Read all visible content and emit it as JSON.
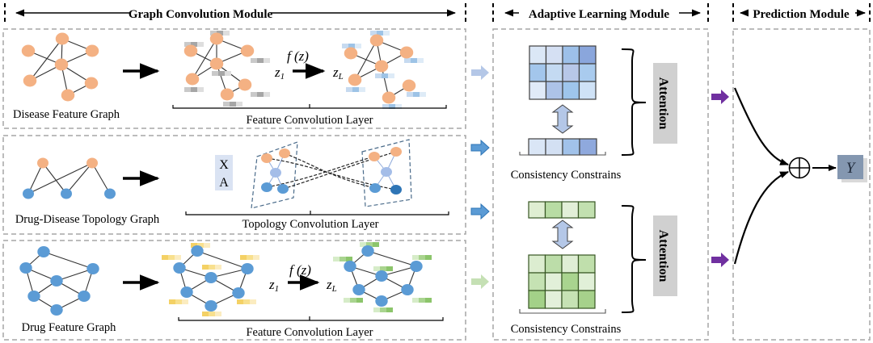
{
  "modules": {
    "graph_convolution": "Graph Convolution Module",
    "adaptive_learning": "Adaptive Learning Module",
    "prediction": "Prediction Module"
  },
  "rows": {
    "disease": {
      "input_label": "Disease Feature Graph",
      "layer_label": "Feature Convolution Layer",
      "z_in": "z",
      "z_in_sub": "1",
      "func": "f (z)",
      "z_out": "z",
      "z_out_sub": "L"
    },
    "topology": {
      "input_label": "Drug-Disease Topology Graph",
      "layer_label": "Topology Convolution Layer",
      "x_label": "X",
      "a_label": "A"
    },
    "drug": {
      "input_label": "Drug Feature Graph",
      "layer_label": "Feature Convolution Layer",
      "z_in": "z",
      "z_in_sub": "1",
      "func": "f (z)",
      "z_out": "z",
      "z_out_sub": "L"
    }
  },
  "adaptive": {
    "top_caption": "Consistency Constrains",
    "bottom_caption": "Consistency Constrains",
    "attention_top": "Attention",
    "attention_bottom": "Attention",
    "blue_matrix": [
      [
        "#dbe7f6",
        "#d5e0f3",
        "#9dc0e9",
        "#8aa6dc"
      ],
      [
        "#a3c6ec",
        "#c4daf2",
        "#b7c7e8",
        "#a9cbee"
      ],
      [
        "#e0eaf8",
        "#adc3e8",
        "#9ec5ec",
        "#cfe2f6"
      ]
    ],
    "blue_vector": [
      "#dae6f6",
      "#d3e0f3",
      "#a1c2ea",
      "#8fa9dd"
    ],
    "green_vector": [
      "#dfeed2",
      "#b8dca4",
      "#e2efd8",
      "#c2e0b0"
    ],
    "green_matrix": [
      [
        "#dcedd0",
        "#bcdda9",
        "#dfeed5",
        "#c0dfac"
      ],
      [
        "#c5e2b3",
        "#e2f0d9",
        "#a9d48f",
        "#e1f0d8"
      ],
      [
        "#a3d188",
        "#e3f0da",
        "#c6e2b4",
        "#a6d18b"
      ]
    ]
  },
  "prediction": {
    "output_label": "Y",
    "sum_symbol": "⊕"
  },
  "colors": {
    "disease_node": "#f4b183",
    "drug_node": "#5b9bd5",
    "dark_drug_node": "#2e75b6",
    "mid_node": "#a4bde8",
    "purple_arrow": "#7030a0",
    "attention_bg": "#d0d0d0",
    "y_box": "#8497b0",
    "dash": "#a6a6a6"
  }
}
